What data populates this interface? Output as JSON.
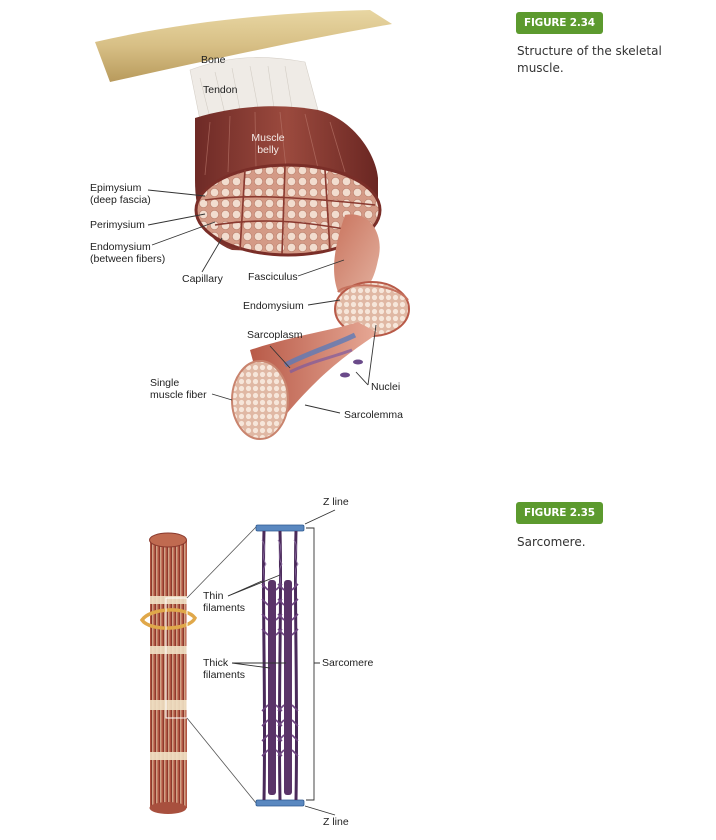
{
  "figure_34": {
    "badge": "FIGURE 2.34",
    "caption": "Structure of the skeletal muscle.",
    "labels": {
      "bone": "Bone",
      "tendon": "Tendon",
      "muscle_belly": "Muscle\nbelly",
      "epimysium": "Epimysium\n(deep fascia)",
      "perimysium": "Perimysium",
      "endomysium_between": "Endomysium\n(between fibers)",
      "capillary": "Capillary",
      "fasciculus": "Fasciculus",
      "endomysium": "Endomysium",
      "sarcoplasm": "Sarcoplasm",
      "single_fiber": "Single\nmuscle fiber",
      "nuclei": "Nuclei",
      "sarcolemma": "Sarcolemma"
    }
  },
  "figure_35": {
    "badge": "FIGURE 2.35",
    "caption": "Sarcomere.",
    "labels": {
      "z_line_top": "Z line",
      "thin_filaments": "Thin\nfilaments",
      "thick_filaments": "Thick\nfilaments",
      "sarcomere": "Sarcomere",
      "z_line_bottom": "Z line"
    }
  },
  "colors": {
    "badge": "#5c9a2e",
    "muscle": "#8a3a32",
    "muscle_light": "#c98a7a",
    "bone": "#d9c38a",
    "tendon": "#eeeae4",
    "filament": "#4a2a5a",
    "z_line": "#5a88c0"
  }
}
